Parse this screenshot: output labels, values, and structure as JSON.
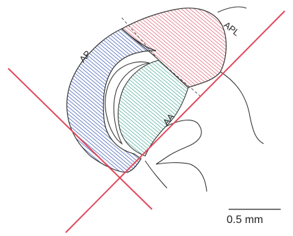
{
  "labels": {
    "ap": "AP",
    "apl": "APL",
    "aa": "AA"
  },
  "scale_bar": {
    "label": "0.5 mm"
  },
  "colors": {
    "ap_region": "#2f4fb0",
    "apl_region": "#d94b5e",
    "aa_region": "#2f9c8a",
    "cut_lines": "#e0475a",
    "outline": "#333333",
    "dashed": "#555555"
  }
}
